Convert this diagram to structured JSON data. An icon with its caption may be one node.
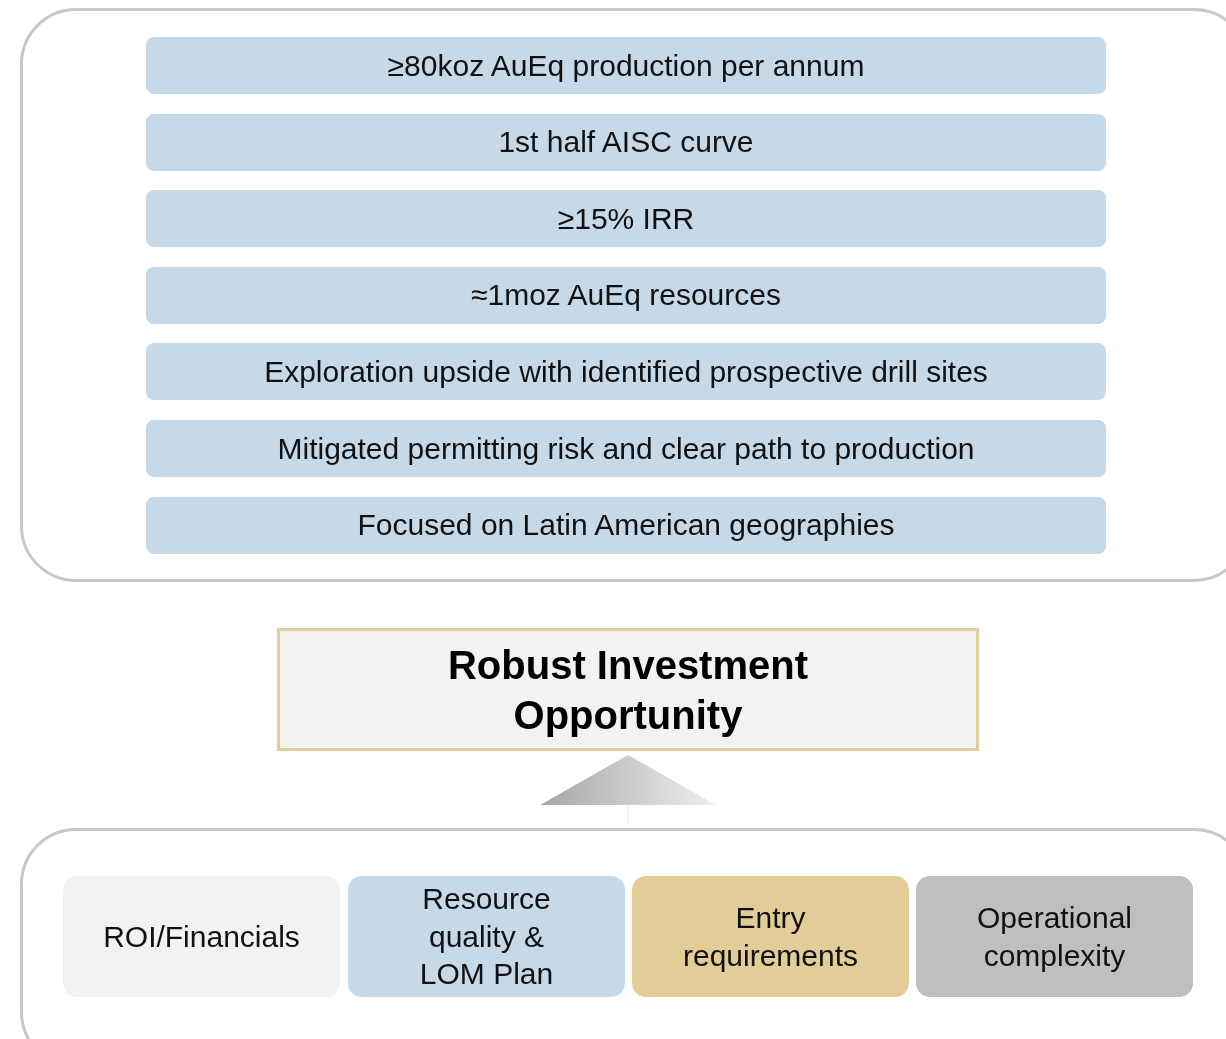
{
  "diagram": {
    "nodes": [
      {
        "text": [],
        "shape": "box"
      },
      {
        "text": [
          "≥80koz AuEq production per annum"
        ],
        "in": 0
      },
      {
        "text": [
          "1st half AISC curve"
        ],
        "in": 0
      },
      {
        "text": [
          "≥15% IRR"
        ],
        "in": 0
      },
      {
        "text": [
          "≈1moz AuEq resources"
        ],
        "in": 0
      },
      {
        "text": [
          "Exploration upside with identified prospective drill sites"
        ],
        "in": 0
      },
      {
        "text": [
          "Mitigated permitting risk and clear path to production"
        ],
        "in": 0
      },
      {
        "text": [
          "Focused on Latin American geographies"
        ],
        "in": 0
      },
      {
        "text": [
          "Robust Investment Opportunity"
        ]
      },
      {
        "text": [],
        "shape": "box"
      },
      {
        "text": [
          "ROI/Financials"
        ],
        "in": 9
      },
      {
        "text": [
          "Resource quality & LOM Plan"
        ],
        "in": 9
      },
      {
        "text": [
          "Entry requirements"
        ],
        "in": 9
      },
      {
        "text": [
          "Operational complexity"
        ],
        "in": 9
      }
    ],
    "edges": [
      {
        "from": 9,
        "to": 8,
        "arrow": "to"
      }
    ]
  }
}
